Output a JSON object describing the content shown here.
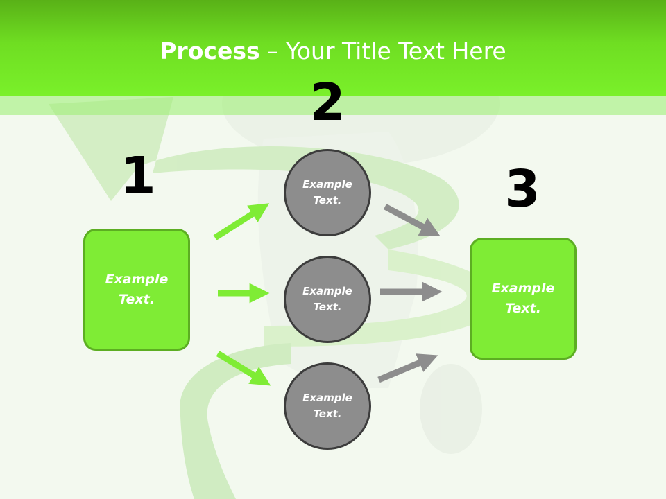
{
  "title": {
    "bold": "Process",
    "rest": " – Your Title Text Here"
  },
  "steps": [
    {
      "number": "1",
      "box_text": "Example Text."
    },
    {
      "number": "2"
    },
    {
      "number": "3",
      "box_text": "Example Text."
    }
  ],
  "circles": [
    {
      "text": "Example Text."
    },
    {
      "text": "Example Text."
    },
    {
      "text": "Example Text."
    }
  ],
  "colors": {
    "title_bar": "#6fde22",
    "box_fill": "#7fec35",
    "box_border": "#5cae22",
    "circle_fill": "#8d8d8d",
    "circle_border": "#3c3c3c",
    "green_arrow": "#7fec35",
    "gray_arrow": "#8d8d8d"
  }
}
